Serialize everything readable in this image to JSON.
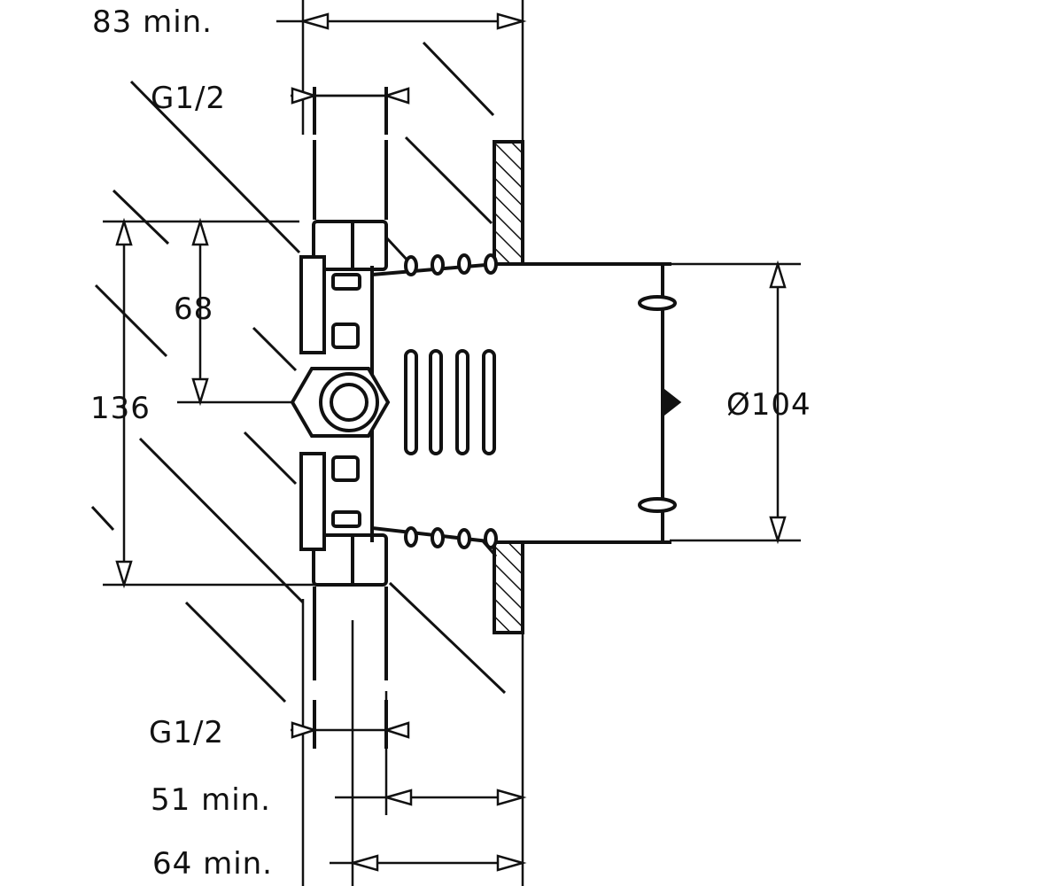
{
  "labels": {
    "width_total": "83 min.",
    "thread_top": "G1/2",
    "height_inner": "68",
    "height_total": "136",
    "diameter": "Ø104",
    "thread_bottom": "G1/2",
    "depth_min_a": "51 min.",
    "depth_min_b": "64 min."
  },
  "colors": {
    "line": "#111111",
    "background": "#ffffff"
  }
}
